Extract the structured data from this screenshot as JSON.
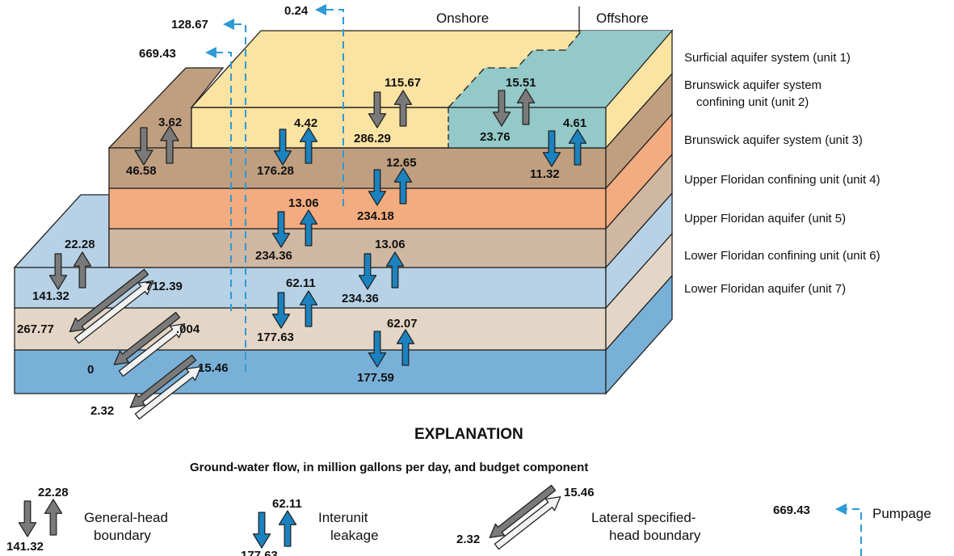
{
  "colors": {
    "unit1": "#fbe3a2",
    "unit1_offshore": "#93c9c8",
    "unit2": "#bf9f80",
    "unit3": "#f3ac7f",
    "unit4": "#cfb7a1",
    "unit5": "#b7d2e6",
    "unit6": "#e4d6c6",
    "unit7": "#78b0d8",
    "leakage_blue": "#1a82bf",
    "boundary_gray": "#7a7a7a",
    "pumpage_blue": "#2e9ad6"
  },
  "header": {
    "onshore": "Onshore",
    "offshore": "Offshore"
  },
  "units": [
    "Surficial aquifer system (unit 1)",
    "Brunswick aquifer system",
    "confining unit (unit 2)",
    "Brunswick aquifer system (unit 3)",
    "Upper Floridan confining unit (unit 4)",
    "Upper Floridan aquifer (unit 5)",
    "Lower Floridan confining unit (unit 6)",
    "Lower Floridan aquifer (unit 7)"
  ],
  "pumpage": [
    "128.67",
    "669.43",
    "0.24"
  ],
  "general_head": [
    "3.62",
    "46.58",
    "15.51",
    "23.76",
    "115.67",
    "286.29",
    "22.28",
    "141.32"
  ],
  "leakage": [
    "4.42",
    "176.28",
    "4.61",
    "11.32",
    "12.65",
    "234.18",
    "13.06",
    "234.36",
    "13.06",
    "234.36",
    "62.11",
    "177.63",
    "62.07",
    "177.59"
  ],
  "lateral": [
    "712.39",
    "267.77",
    ".004",
    "0",
    "15.46",
    "2.32"
  ],
  "explanation": {
    "title": "EXPLANATION",
    "subtitle": "Ground-water flow, in million gallons per day, and budget component",
    "general_head_label_1": "General-head",
    "general_head_label_2": "boundary",
    "general_head_up": "22.28",
    "general_head_down": "141.32",
    "leakage_label_1": "Interunit",
    "leakage_label_2": "leakage",
    "leakage_up": "62.11",
    "leakage_down": "177.63",
    "lateral_label_1": "Lateral specified-",
    "lateral_label_2": "head boundary",
    "lateral_in": "15.46",
    "lateral_out": "2.32",
    "pumpage_value": "669.43",
    "pumpage_label": "Pumpage"
  }
}
